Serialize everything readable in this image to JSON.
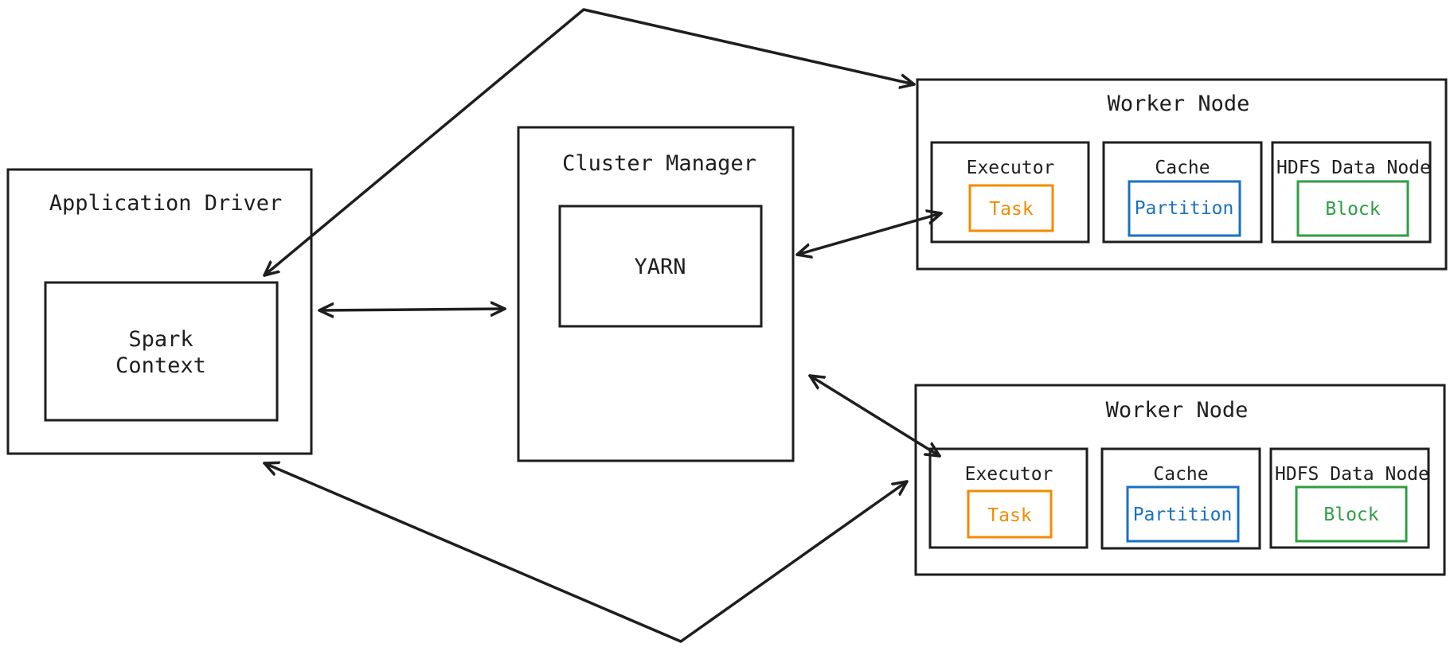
{
  "driver": {
    "title": "Application Driver",
    "context_line1": "Spark",
    "context_line2": "Context"
  },
  "cluster_manager": {
    "title": "Cluster Manager",
    "inner": "YARN"
  },
  "worker_nodes": [
    {
      "title": "Worker Node",
      "executor": "Executor",
      "task": "Task",
      "cache": "Cache",
      "partition": "Partition",
      "datanode": "HDFS Data Node",
      "block": "Block"
    },
    {
      "title": "Worker Node",
      "executor": "Executor",
      "task": "Task",
      "cache": "Cache",
      "partition": "Partition",
      "datanode": "HDFS Data Node",
      "block": "Block"
    }
  ],
  "colors": {
    "stroke": "#1e1e1e",
    "task": "#f08c00",
    "partition": "#1971c2",
    "block": "#2f9e44"
  }
}
